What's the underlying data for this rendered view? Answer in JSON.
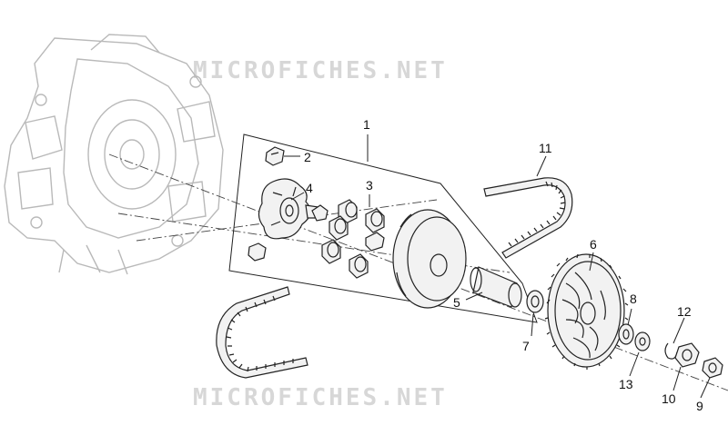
{
  "watermark": {
    "top": "MICROFICHES.NET",
    "bottom": "MICROFICHES.NET"
  },
  "callouts": {
    "c1": "1",
    "c2": "2",
    "c3": "3",
    "c4": "4",
    "c5": "5",
    "c6": "6",
    "c7": "7",
    "c8": "8",
    "c9": "9",
    "c10": "10",
    "c11": "11",
    "c12": "12",
    "c13": "13"
  },
  "colors": {
    "line": "#222222",
    "ghost": "#b9b9b9",
    "watermark": "#d7d7d7",
    "background": "#ffffff"
  }
}
